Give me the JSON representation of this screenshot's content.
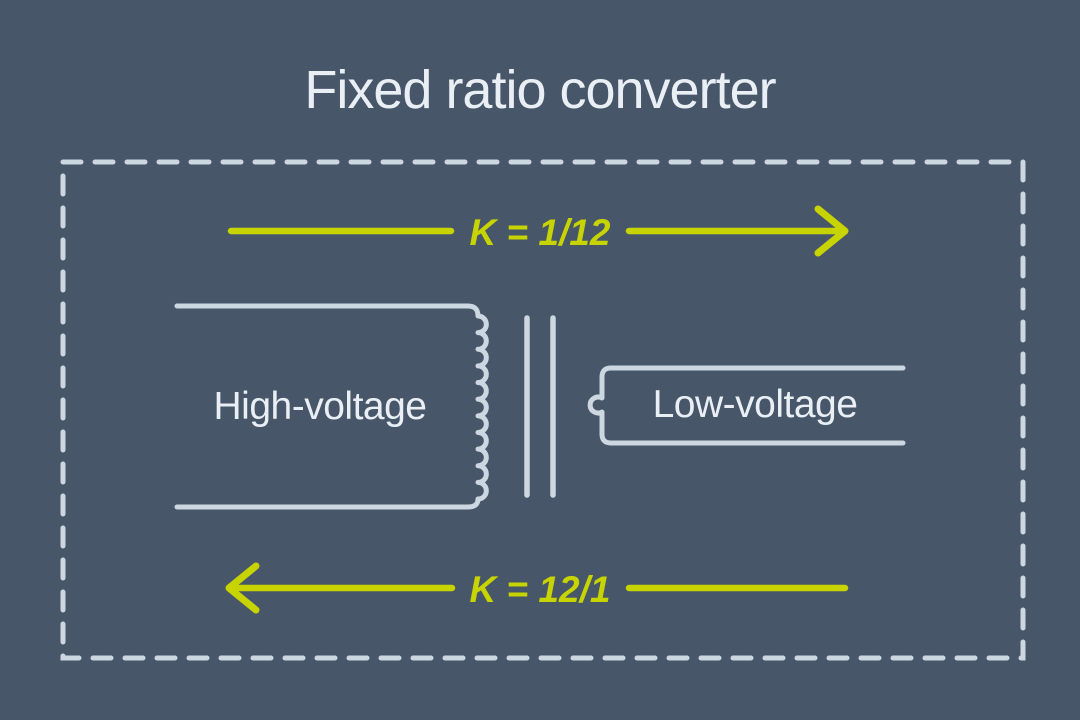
{
  "title": "Fixed ratio converter",
  "converter": {
    "top_arrow": {
      "label": "K = 1/12",
      "direction": "right"
    },
    "bottom_arrow": {
      "label": "K = 12/1",
      "direction": "left"
    },
    "primary_side_label": "High-voltage",
    "secondary_side_label": "Low-voltage"
  },
  "colors": {
    "background": "#475669",
    "line": "#ccd7e1",
    "text": "#e9eff5",
    "accent": "#c8d400"
  }
}
